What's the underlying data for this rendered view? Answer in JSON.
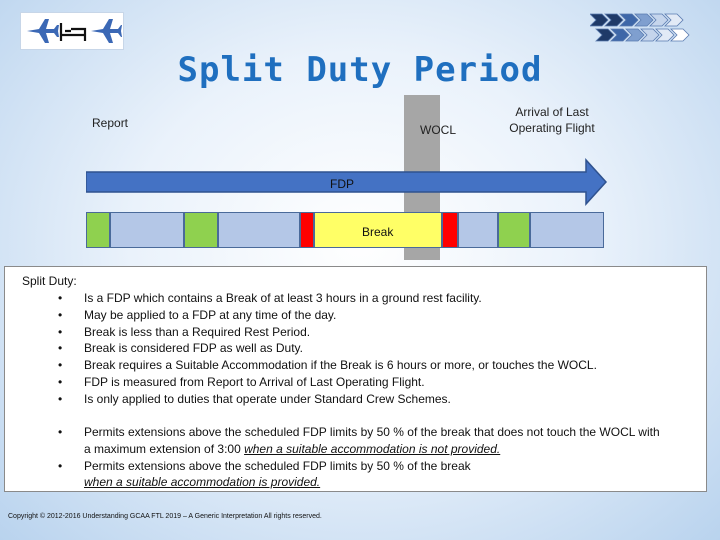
{
  "title": "Split Duty Period",
  "timeline": {
    "report": "Report",
    "wocl": "WOCL",
    "arrival_line1": "Arrival of Last",
    "arrival_line2": "Operating Flight",
    "fdp": "FDP",
    "break": "Break"
  },
  "segment_colors": {
    "flight": "#8fd14f",
    "duty": "#b4c7e7",
    "break": "#ffff66",
    "transition": "#ff0000",
    "wocl": "#a6a6a6",
    "arrow": "#4472c4"
  },
  "panel": {
    "heading": "Split Duty:",
    "bullets": [
      "Is a FDP which contains a Break of at least 3 hours in a ground rest facility.",
      "May be applied to a FDP at any time of the day.",
      "Break is less than a Required Rest Period.",
      "Break is considered FDP as well as Duty.",
      "Break requires a Suitable Accommodation if the Break is 6 hours or more, or touches the WOCL.",
      "FDP is measured from Report to Arrival of Last Operating Flight.",
      "Is only applied to duties that operate under Standard Crew Schemes."
    ],
    "ext1_line1": "Permits extensions above the scheduled FDP limits by 50 % of the break that does not touch the WOCL with",
    "ext1_line2a": "a maximum extension of 3:00 ",
    "ext1_line2b": "when a suitable accommodation is not provided.",
    "ext2_line1": "Permits extensions above the scheduled FDP limits by 50 % of the break",
    "ext2_line2": "when a suitable accommodation is provided."
  },
  "bullet_char": "•",
  "copyright": "Copyright © 2012-2016 Understanding GCAA FTL 2019 – A Generic Interpretation All rights reserved.",
  "icons": [
    "airplane-icon",
    "bed-icon",
    "airplane-icon",
    "chevron-progress-icon"
  ]
}
